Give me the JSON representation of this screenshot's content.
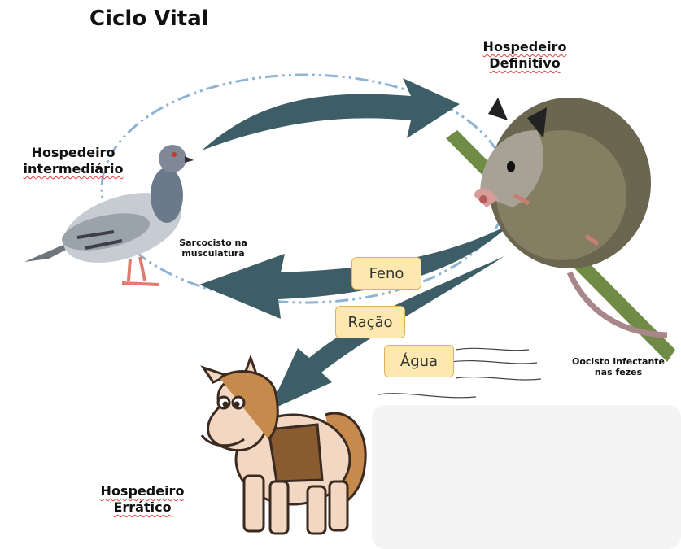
{
  "title": "Ciclo Vital",
  "hosts": {
    "definitive": {
      "line1": "Hospedeiro",
      "line2": "Definitivo"
    },
    "intermediate": {
      "line1": "Hospedeiro",
      "line2": "intermediário"
    },
    "erratic": {
      "line1": "Hospedeiro",
      "line2": "Errático"
    }
  },
  "notes": {
    "sarcocyst": {
      "line1": "Sarcocisto na",
      "line2": "musculatura"
    },
    "oocyst": {
      "line1": "Oocisto infectante",
      "line2": "nas fezes"
    }
  },
  "transmission_routes": [
    "Feno",
    "Ração",
    "Água"
  ],
  "colors": {
    "arrow": "#3d5e66",
    "cycle": "#8fb3d2",
    "label_bg": "#fde9b0"
  },
  "icons": [
    "pigeon-icon",
    "opossum-icon",
    "horse-icon"
  ]
}
